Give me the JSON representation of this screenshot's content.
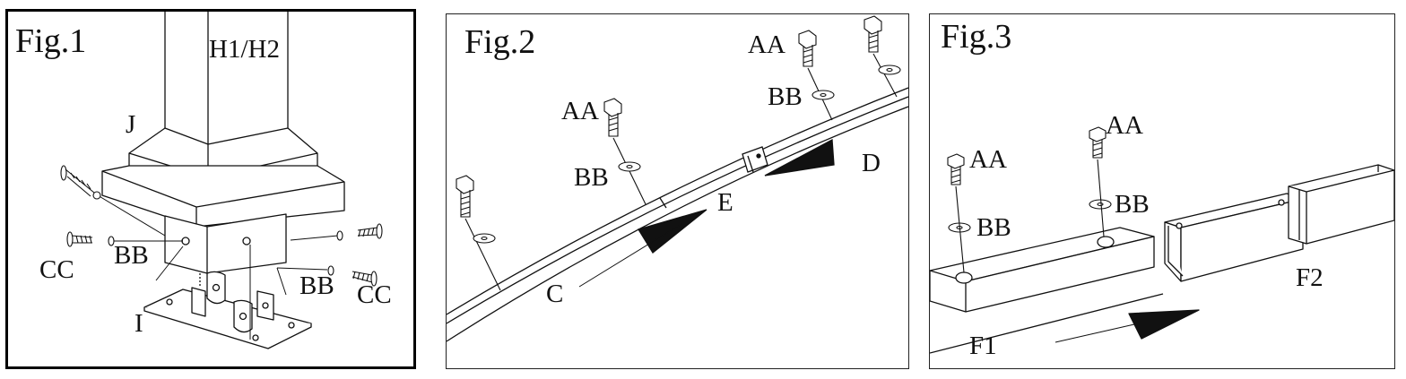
{
  "figures": [
    {
      "title": "Fig.1",
      "labels": {
        "post": "H1/H2",
        "cover": "J",
        "base": "I",
        "washer_left": "BB",
        "washer_right": "BB",
        "screw_left": "CC",
        "screw_right": "CC"
      }
    },
    {
      "title": "Fig.2",
      "labels": {
        "bolt_top": "AA",
        "washer_top": "BB",
        "bolt_mid": "AA",
        "washer_mid": "BB",
        "part_c": "C",
        "part_d": "D",
        "part_e": "E"
      }
    },
    {
      "title": "Fig.3",
      "labels": {
        "bolt_left": "AA",
        "washer_left": "BB",
        "bolt_right": "AA",
        "washer_right": "BB",
        "part_f1": "F1",
        "part_f2": "F2"
      }
    }
  ]
}
